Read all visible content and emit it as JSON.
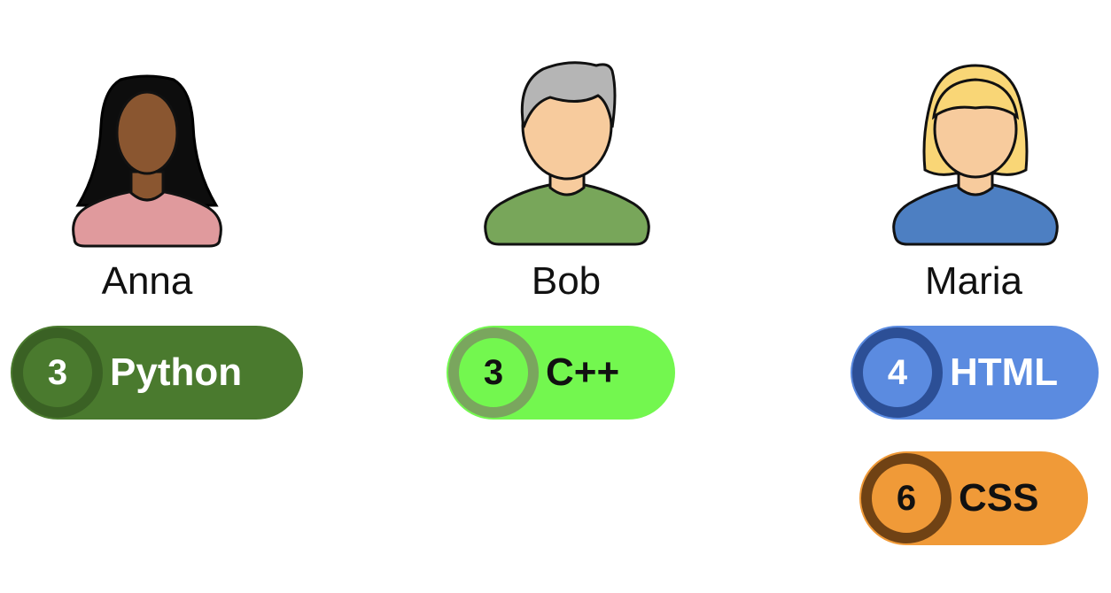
{
  "people": [
    {
      "name": "Anna",
      "skills": [
        {
          "level": "3",
          "name": "Python"
        }
      ]
    },
    {
      "name": "Bob",
      "skills": [
        {
          "level": "3",
          "name": "C++"
        }
      ]
    },
    {
      "name": "Maria",
      "skills": [
        {
          "level": "4",
          "name": "HTML"
        },
        {
          "level": "6",
          "name": "CSS"
        }
      ]
    }
  ],
  "colors": {
    "python_pill": "#4a7a2e",
    "python_ring": "#3a6124",
    "cpp_pill": "#73f74f",
    "cpp_ring": "#7aa65e",
    "html_pill": "#5b8be0",
    "html_ring": "#2c4f96",
    "css_pill": "#f09a38",
    "css_ring": "#704214"
  }
}
